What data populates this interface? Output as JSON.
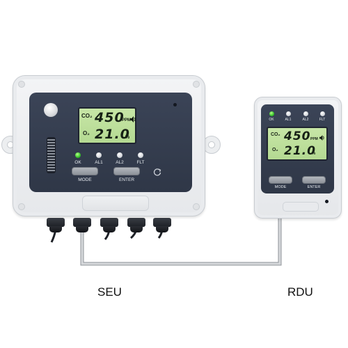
{
  "seu": {
    "caption": "SEU",
    "lcd": {
      "gas1_label": "CO₂",
      "gas1_value": "450",
      "gas1_unit": "PPM",
      "gas2_label": "O₂",
      "gas2_value": "21.0",
      "gas2_unit": "%"
    },
    "indicators": [
      {
        "label": "OK",
        "state": "on"
      },
      {
        "label": "AL1",
        "state": "off"
      },
      {
        "label": "AL2",
        "state": "off"
      },
      {
        "label": "FLT",
        "state": "off"
      }
    ],
    "buttons": {
      "mode_label": "MODE",
      "enter_label": "ENTER"
    }
  },
  "rdu": {
    "caption": "RDU",
    "lcd": {
      "gas1_label": "CO₂",
      "gas1_value": "450",
      "gas1_unit": "PPM",
      "gas2_label": "O₂",
      "gas2_value": "21.0",
      "gas2_unit": "%"
    },
    "indicators": [
      {
        "label": "OK",
        "state": "on"
      },
      {
        "label": "AL1",
        "state": "off"
      },
      {
        "label": "AL2",
        "state": "off"
      },
      {
        "label": "FLT",
        "state": "off"
      }
    ],
    "buttons": {
      "mode_label": "MODE",
      "enter_label": "ENTER"
    }
  },
  "colors": {
    "panel": "#333b4c",
    "lcd": "#bfe09e",
    "led_on": "#35c22a",
    "cable": "#c4c7ca"
  }
}
